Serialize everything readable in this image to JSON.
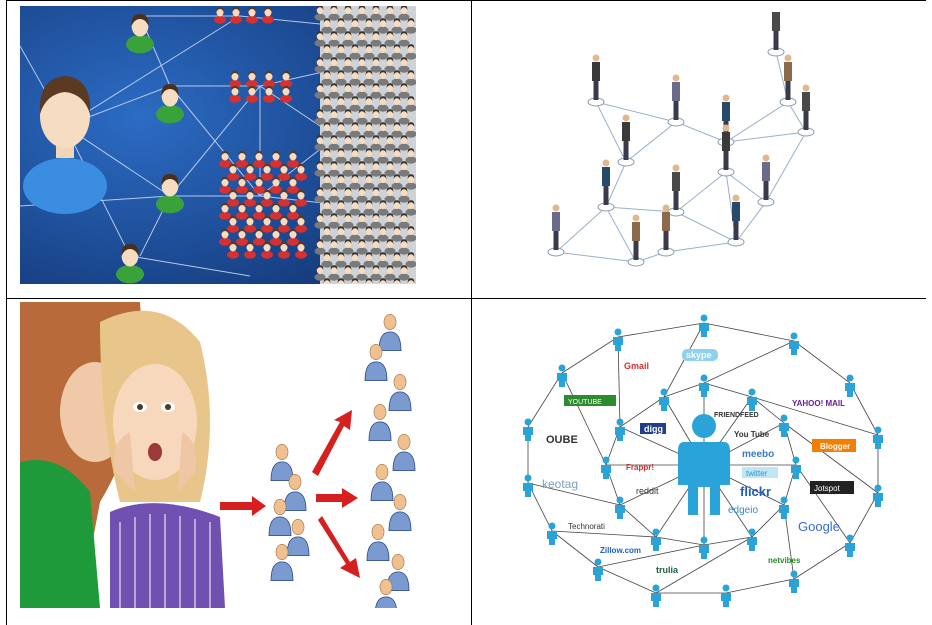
{
  "layout_name": "2x2 image grid",
  "panels": [
    {
      "id": "top-left",
      "subject": "social network graph with avatars"
    },
    {
      "id": "top-right",
      "subject": "people standing on connected network nodes"
    },
    {
      "id": "bottom-left",
      "subject": "women whispering, message spreading to groups"
    },
    {
      "id": "bottom-right",
      "subject": "central person connected to social media sites"
    }
  ],
  "logos": {
    "gmail": "Gmail",
    "skype": "skype",
    "youtube_ribbon": "YOUTUBE",
    "yahoo_mail": "YAHOO! MAIL",
    "digg": "digg",
    "friendfeed": "FRIENDFEED",
    "youtube": "You Tube",
    "oube": "OUBE",
    "blogger": "Blogger",
    "meebo": "meebo",
    "frappr": "Frappr!",
    "keotag": "keotag",
    "twitter": "twitter",
    "reddit": "reddit",
    "flickr": "flickr",
    "jotspot": "Jotspot",
    "edgeio": "edgeio",
    "technorati": "Technorati",
    "google": "Google",
    "zillow": "Zillow.com",
    "netvibes": "netvibes",
    "trulia": "trulia"
  },
  "colors": {
    "network_blue": "#1f4f9e",
    "accent_red": "#d62020",
    "node_cyan": "#29a3d8",
    "grid_border": "#000000"
  }
}
